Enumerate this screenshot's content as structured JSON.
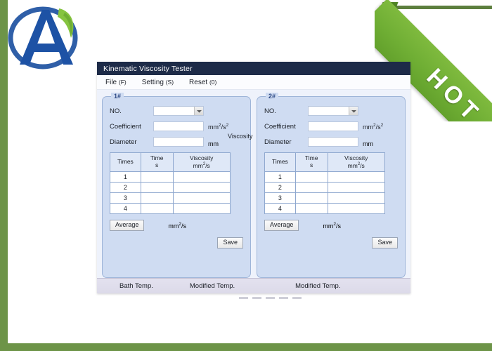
{
  "branding": {
    "logo_name": "A-logo",
    "ribbon_label": "HOT",
    "ribbon_color": "#6fae34",
    "frame_color": "#6d9448"
  },
  "window": {
    "title": "Kinematic  Viscosity Tester",
    "titlebar_color": "#1d2b48"
  },
  "menu": [
    {
      "label": "File",
      "key": "(F)"
    },
    {
      "label": "Setting",
      "key": "(S)"
    },
    {
      "label": "Reset",
      "key": "(0)"
    }
  ],
  "panels": [
    {
      "legend": "1#",
      "fields": {
        "no_label": "NO.",
        "no_value": "",
        "coefficient_label": "Coefficient",
        "coefficient_value": "",
        "coefficient_unit": "mm",
        "coefficient_unit_sup1": "2",
        "coefficient_unit_mid": "/s",
        "coefficient_unit_sup2": "2",
        "diameter_label": "Diameter",
        "diameter_value": "",
        "diameter_unit": "mm"
      },
      "viscosity_tag": "Viscosity",
      "table": {
        "headers": {
          "times": "Times",
          "time": "Time",
          "time_unit": "s",
          "viscosity": "Viscosity",
          "viscosity_unit_a": "mm",
          "viscosity_unit_sup": "2",
          "viscosity_unit_b": "/s"
        },
        "rows": [
          {
            "times": "1",
            "time": "",
            "viscosity": ""
          },
          {
            "times": "2",
            "time": "",
            "viscosity": ""
          },
          {
            "times": "3",
            "time": "",
            "viscosity": ""
          },
          {
            "times": "4",
            "time": "",
            "viscosity": ""
          }
        ]
      },
      "average_button": "Average",
      "average_unit_a": "mm",
      "average_unit_sup": "2",
      "average_unit_b": "/s",
      "save_button": "Save"
    },
    {
      "legend": "2#",
      "fields": {
        "no_label": "NO.",
        "no_value": "",
        "coefficient_label": "Coefficient",
        "coefficient_value": "",
        "coefficient_unit": "mm",
        "coefficient_unit_sup1": "2",
        "coefficient_unit_mid": "/s",
        "coefficient_unit_sup2": "2",
        "diameter_label": "Diameter",
        "diameter_value": "",
        "diameter_unit": "mm"
      },
      "viscosity_tag": "",
      "table": {
        "headers": {
          "times": "Times",
          "time": "Time",
          "time_unit": "s",
          "viscosity": "Viscosity",
          "viscosity_unit_a": "mm",
          "viscosity_unit_sup": "2",
          "viscosity_unit_b": "/s"
        },
        "rows": [
          {
            "times": "1",
            "time": "",
            "viscosity": ""
          },
          {
            "times": "2",
            "time": "",
            "viscosity": ""
          },
          {
            "times": "3",
            "time": "",
            "viscosity": ""
          },
          {
            "times": "4",
            "time": "",
            "viscosity": ""
          }
        ]
      },
      "average_button": "Average",
      "average_unit_a": "mm",
      "average_unit_sup": "2",
      "average_unit_b": "/s",
      "save_button": "Save"
    }
  ],
  "statusbar": {
    "bath_temp": "Bath Temp.",
    "modified_temp_1": "Modified Temp.",
    "modified_temp_2": "Modified Temp."
  }
}
